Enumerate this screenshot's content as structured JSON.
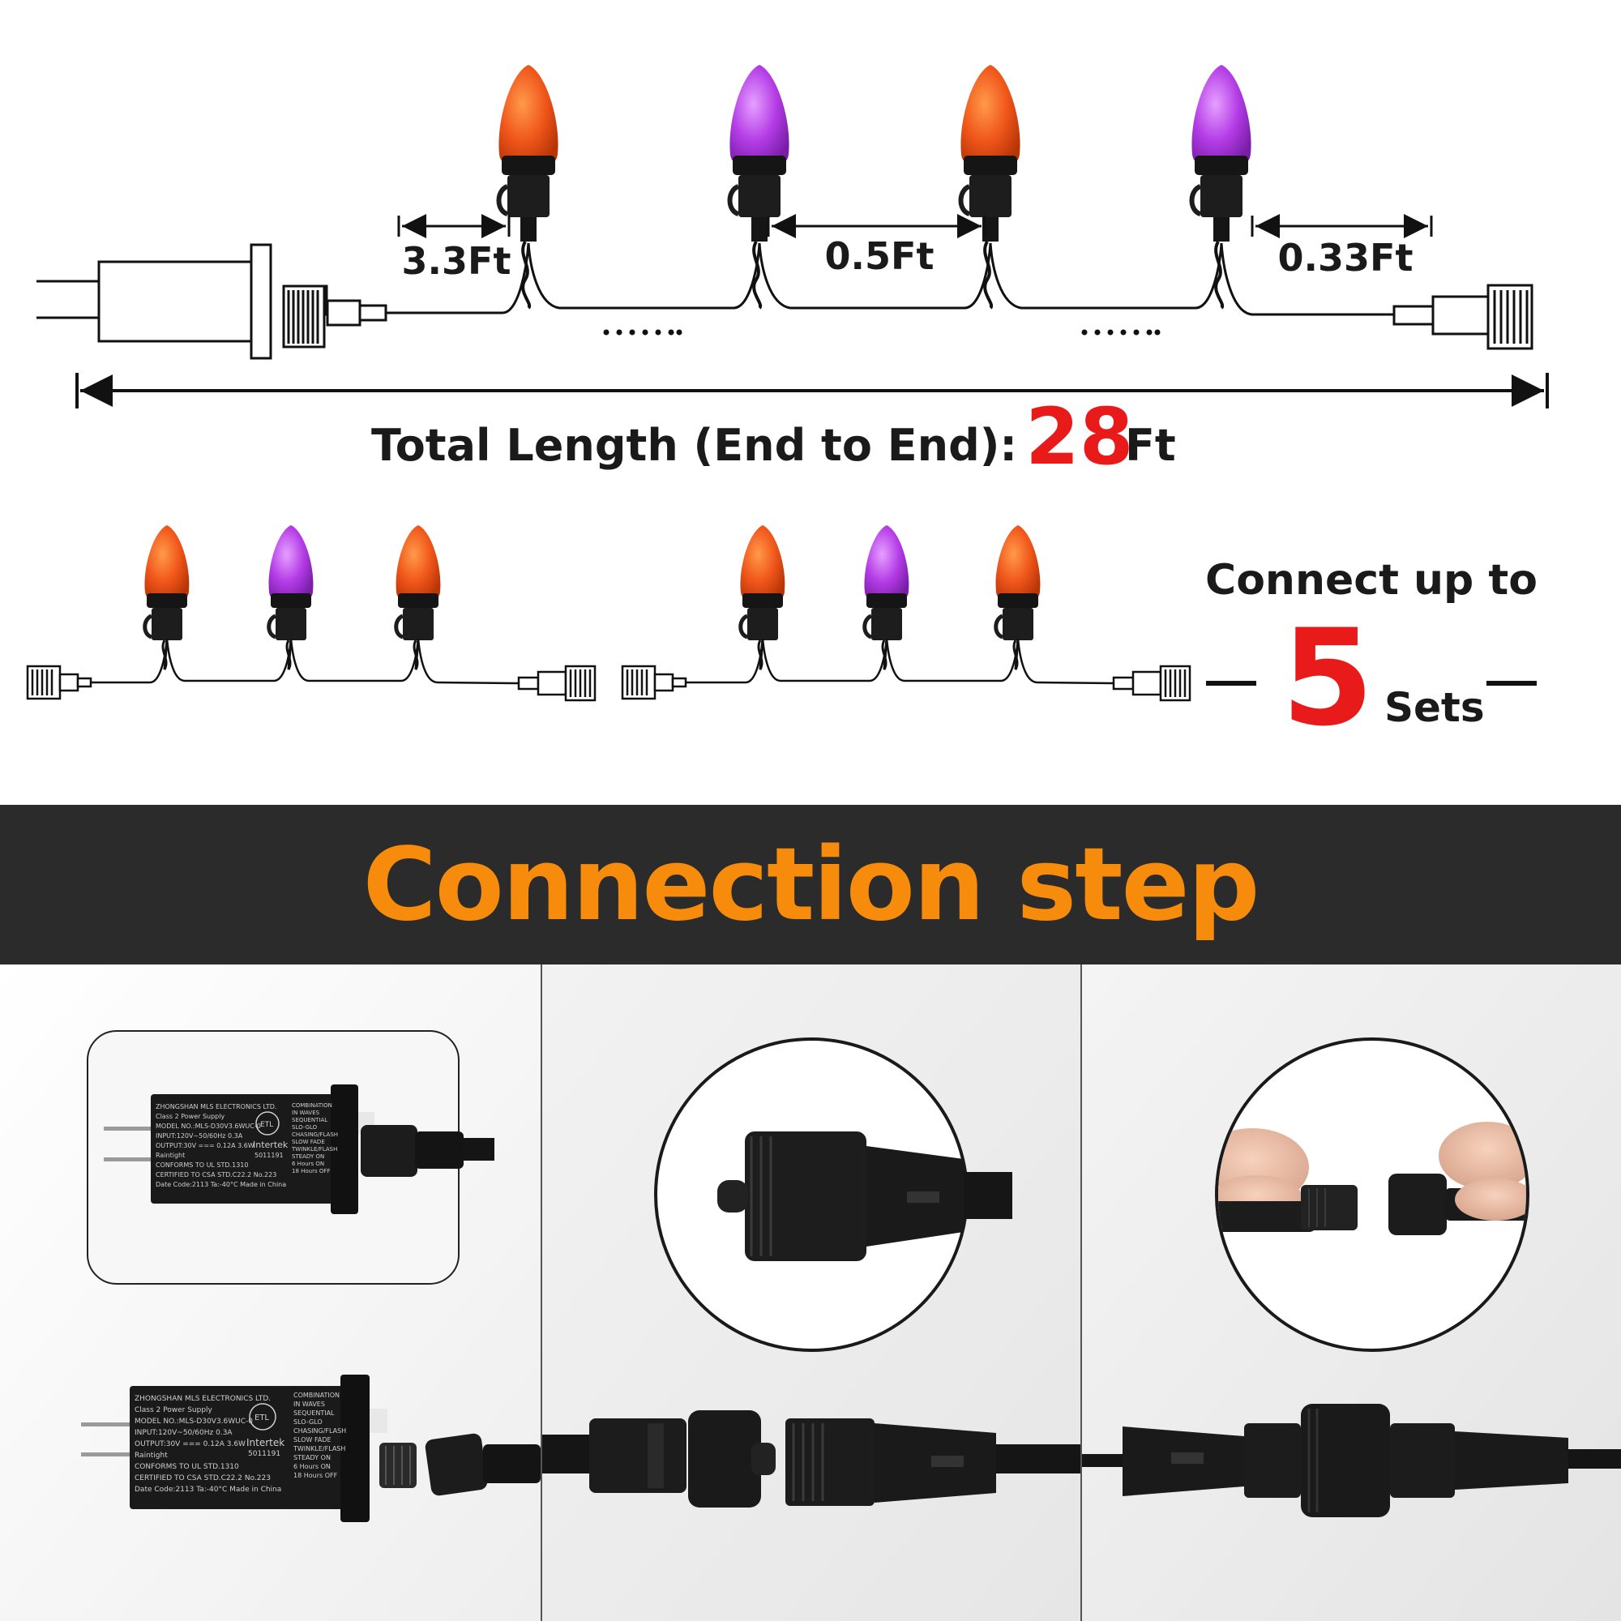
{
  "top_diagram": {
    "spacing_labels": [
      "3.3Ft",
      "0.5Ft",
      "0.33Ft"
    ],
    "total_length_label": "Total Length (End to End):",
    "total_length_value": "28",
    "total_length_unit": "Ft"
  },
  "connect": {
    "line1": "Connect up to",
    "count": "5",
    "unit": "Sets"
  },
  "banner": {
    "title": "Connection step"
  },
  "adapter_label": {
    "company": "ZHONGSHAN MLS ELECTRONICS LTD.",
    "class": "Class 2 Power Supply",
    "model": "MODEL NO.:MLS-D30V3.6WUC-0",
    "input": "INPUT:120V~50/60Hz 0.3A",
    "output": "OUTPUT:30V === 0.12A 3.6W",
    "brand": "Raintight",
    "ul": "CONFORMS TO UL STD.1310",
    "csa": "CERTIFIED TO CSA STD.C22.2 No.223",
    "date": "Date Code:2113  Ta:-40°C     Made in China",
    "intertek": "Intertek",
    "intertek_no": "5011191",
    "etl": "ETL",
    "modes": [
      "COMBINATION",
      "IN WAVES",
      "SEQUENTIAL",
      "SLO-GLO",
      "CHASING/FLASH",
      "SLOW FADE",
      "TWINKLE/FLASH",
      "STEADY ON",
      "6 Hours ON",
      "18 Hours OFF"
    ]
  },
  "colors": {
    "orange_bulb": "#f0561a",
    "purple_bulb": "#b43ce6",
    "accent_red": "#e81a1a",
    "banner_bg": "#2b2b2b",
    "banner_text": "#f78c0c"
  }
}
